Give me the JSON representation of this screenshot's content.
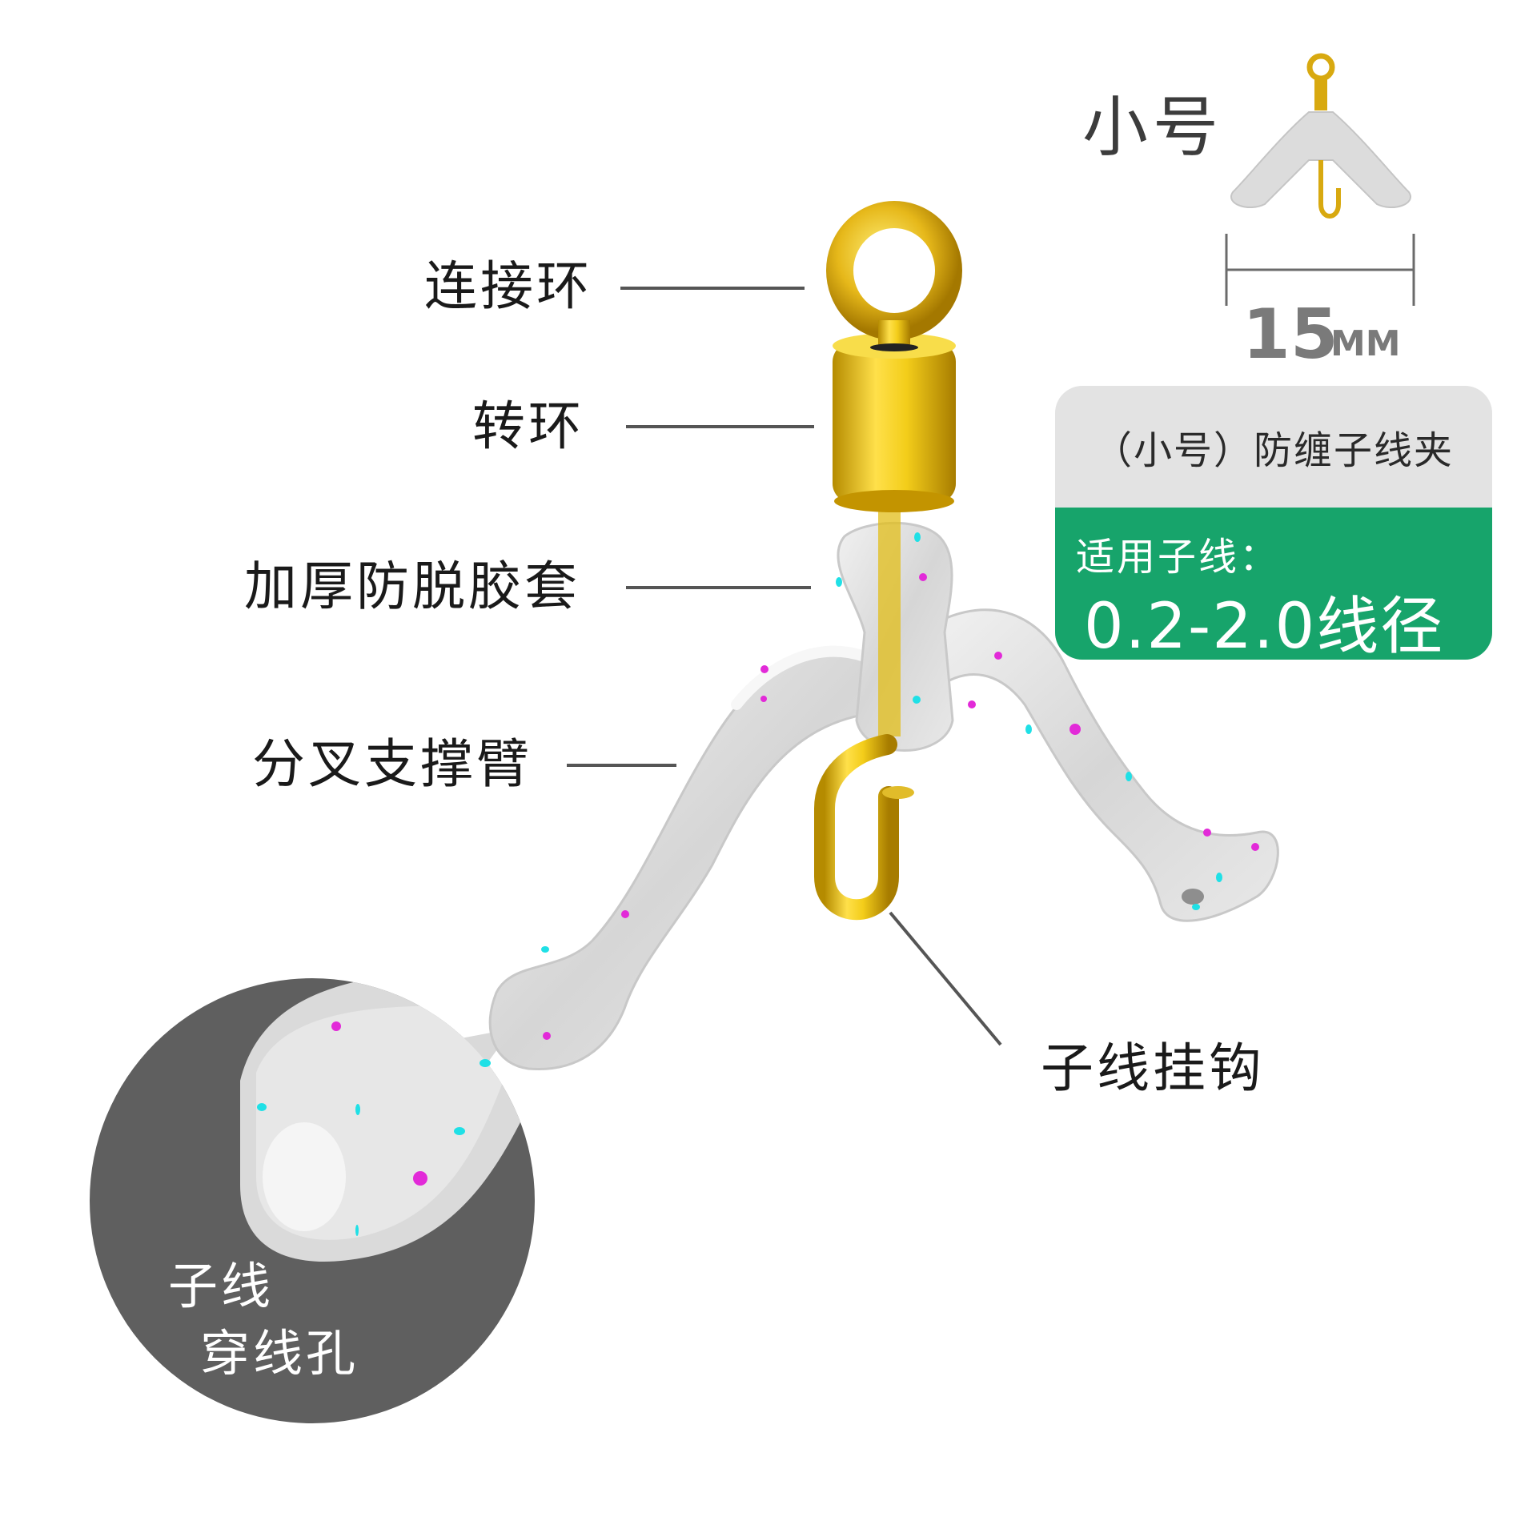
{
  "labels": {
    "connect_ring": "连接环",
    "swivel": "转环",
    "sleeve": "加厚防脱胶套",
    "arm": "分叉支撑臂",
    "hook": "子线挂钩",
    "hole_line1": "子线",
    "hole_line2": "穿线孔"
  },
  "size_box": {
    "title": "小号",
    "dimension": "15",
    "unit": "MM",
    "product_name": "（小号）防缠子线夹",
    "applicable_label": "适用子线：",
    "range": "0.2-2.0线径"
  },
  "colors": {
    "accent_green": "#17a46b",
    "gold": "#e8c21a",
    "zoom_circle": "#5f5f5f",
    "leader_line": "#555555"
  }
}
